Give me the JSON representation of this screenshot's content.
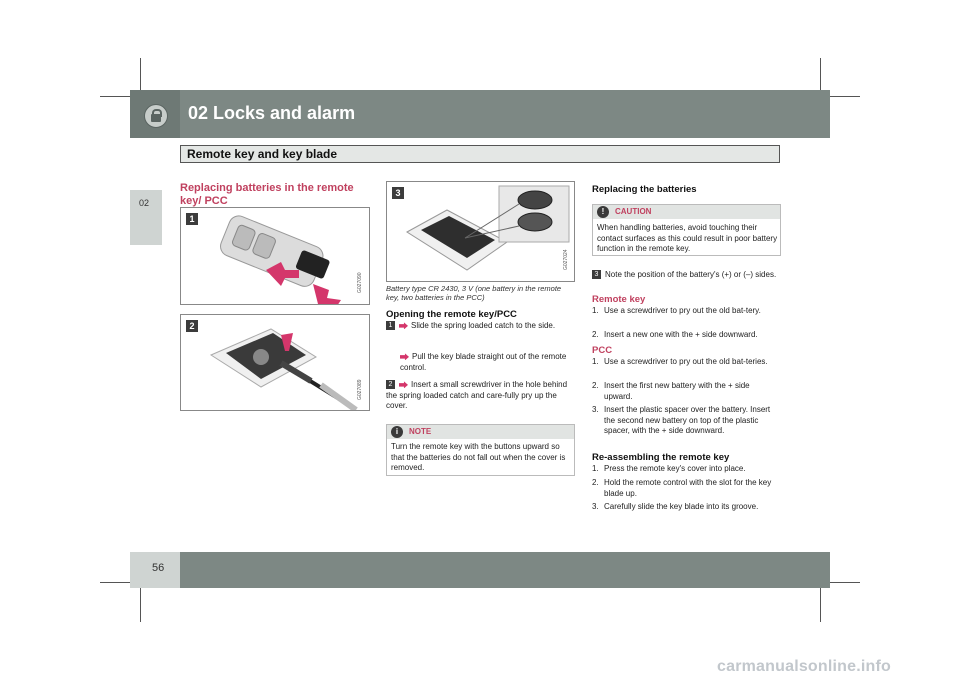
{
  "header": {
    "chapter_title": "02 Locks and alarm",
    "section_bar": "Remote key and key blade"
  },
  "side_tab": "02",
  "page_number": "56",
  "watermark": "carmanualsonline.info",
  "left": {
    "section_title": "Replacing batteries in the remote key/ PCC",
    "fig1_label": "1",
    "fig1_code": "G027090",
    "fig2_label": "2",
    "fig2_code": "G027089"
  },
  "middle": {
    "fig3_label": "3",
    "fig3_code": "G027024",
    "caption": "Battery type CR 2430, 3 V (one battery in the remote key, two batteries in the PCC)",
    "opening_heading": "Opening the remote key/PCC",
    "step1_a": "Slide the spring loaded catch to the side.",
    "step1_b": "Pull the key blade straight out of the remote control.",
    "step2": "Insert a small screwdriver in the hole behind the spring loaded catch and care-fully pry up the cover.",
    "note_label": "NOTE",
    "note_text": "Turn the remote key with the buttons upward so that the batteries do not fall out when the cover is removed."
  },
  "right": {
    "heading": "Replacing the batteries",
    "caution_label": "CAUTION",
    "caution_text": "When handling batteries, avoid touching their contact surfaces as this could result in poor battery function in the remote key.",
    "step3": "Note the position of the battery's (+) or (–) sides.",
    "remote_key_heading": "Remote key",
    "remote_key_steps": [
      "Use a screwdriver to pry out the old bat-tery.",
      "Insert a new one with the + side downward."
    ],
    "pcc_heading": "PCC",
    "pcc_steps": [
      "Use a screwdriver to pry out the old bat-teries.",
      "Insert the first new battery with the + side upward.",
      "Insert the plastic spacer over the battery. Insert the second new battery on top of the plastic spacer, with the + side downward."
    ],
    "reassemble_heading": "Re-assembling the remote key",
    "reassemble_steps": [
      "Press the remote key's cover into place.",
      "Hold the remote control with the slot for the key blade up.",
      "Carefully slide the key blade into its groove."
    ]
  },
  "colors": {
    "header": "#7d8884",
    "accent_red": "#c0415f",
    "arrow_pink": "#d4366b"
  }
}
